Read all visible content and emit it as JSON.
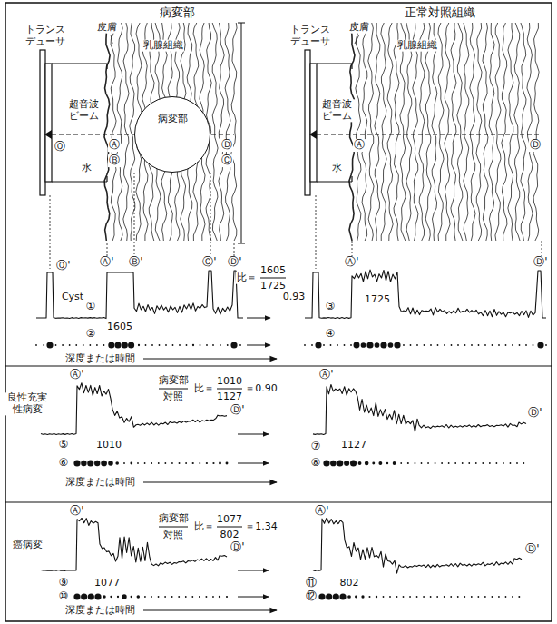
{
  "diagram": {
    "nodes": [
      {
        "text": [
          "病変部"
        ]
      }
    ],
    "labels": [
      "病変部",
      "トランス デューサ",
      "皮膚",
      "乳腺組織",
      "超音波 ビーム",
      "水",
      "Ⓞ",
      "Ⓐ",
      "Ⓑ",
      "Ⓓ",
      "Ⓒ",
      "Ⓞ'",
      "Ⓐ'",
      "Ⓑ'",
      "Ⓒ'",
      "Ⓓ'",
      "Cyst",
      "比＝",
      "1605",
      "1725",
      "①",
      "1605",
      "②",
      "深度または時間",
      "正常対照組織",
      "トランス デューサ",
      "皮膚",
      "乳腺組織",
      "超音波 ビーム",
      "水",
      "Ⓐ",
      "Ⓓ",
      "Ⓐ'",
      "Ⓓ'",
      "0.93",
      "1725",
      "③",
      "④",
      "良性充実 性病変",
      "病変部",
      "対照",
      "比＝",
      "1010",
      "1127",
      "＝0.90",
      "Ⓐ'",
      "1010",
      "Ⓓ'",
      "⑤",
      "⑥",
      "深度または時間",
      "Ⓐ'",
      "1127",
      "Ⓓ'",
      "⑦",
      "⑧",
      "癌病変",
      "病変部",
      "対照",
      "比＝",
      "1077",
      "802",
      "＝1.34",
      "Ⓐ'",
      "1077",
      "Ⓓ'",
      "⑨",
      "⑩",
      "深度または時間",
      "Ⓐ'",
      "802",
      "Ⓓ'",
      "⑪",
      "⑫"
    ]
  }
}
